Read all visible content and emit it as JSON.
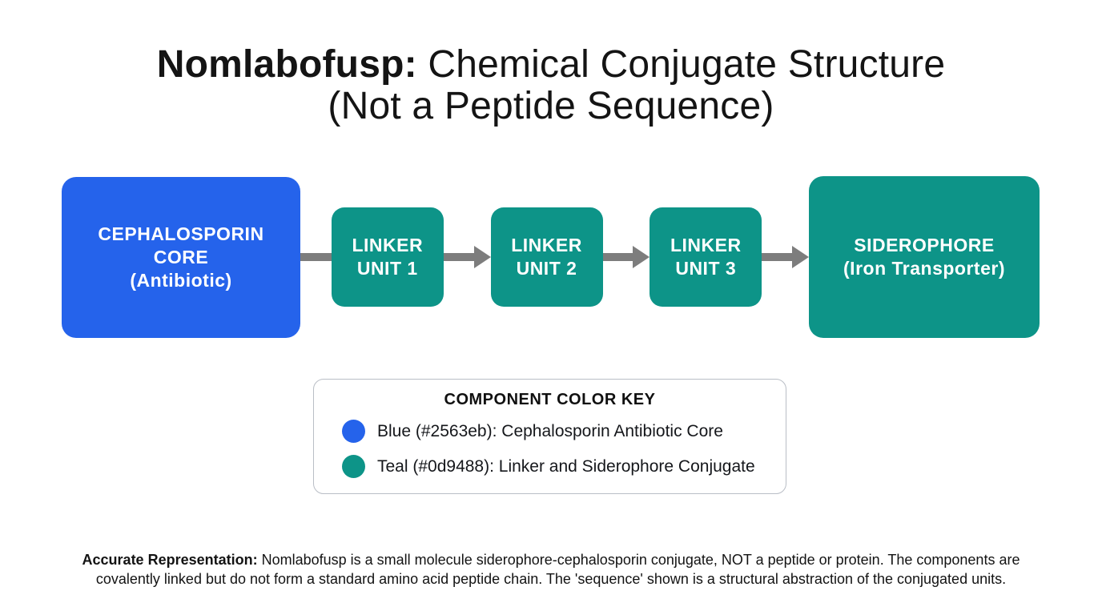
{
  "title": {
    "emphasis": "Nomlabofusp:",
    "main": " Chemical Conjugate Structure",
    "line2": "(Not a Peptide Sequence)"
  },
  "colors": {
    "core_blue": "#2563eb",
    "conjugate_teal": "#0d9488",
    "arrow_gray": "#7d7d7d"
  },
  "flow": {
    "nodes": [
      {
        "label": "CEPHALOSPORIN CORE",
        "sublabel": "(Antibiotic)",
        "color": "#2563eb"
      },
      {
        "label": "LINKER UNIT 1",
        "color": "#0d9488"
      },
      {
        "label": "LINKER UNIT 2",
        "color": "#0d9488"
      },
      {
        "label": "LINKER UNIT 3",
        "color": "#0d9488"
      },
      {
        "label": "SIDEROPHORE",
        "sublabel": "(Iron Transporter)",
        "color": "#0d9488"
      }
    ]
  },
  "legend": {
    "title": "COMPONENT COLOR KEY",
    "entries": [
      {
        "swatch": "#2563eb",
        "text": "Blue (#2563eb): Cephalosporin Antibiotic Core"
      },
      {
        "swatch": "#0d9488",
        "text": "Teal (#0d9488): Linker and Siderophore Conjugate"
      }
    ]
  },
  "footer": {
    "emphasis": "Accurate Representation:",
    "line1": " Nomlabofusp is a small molecule siderophore-cephalosporin conjugate, NOT a peptide or protein. The components are",
    "line2": "covalently linked but do not form a standard amino acid peptide chain. The 'sequence' shown is a structural abstraction of the conjugated units."
  }
}
